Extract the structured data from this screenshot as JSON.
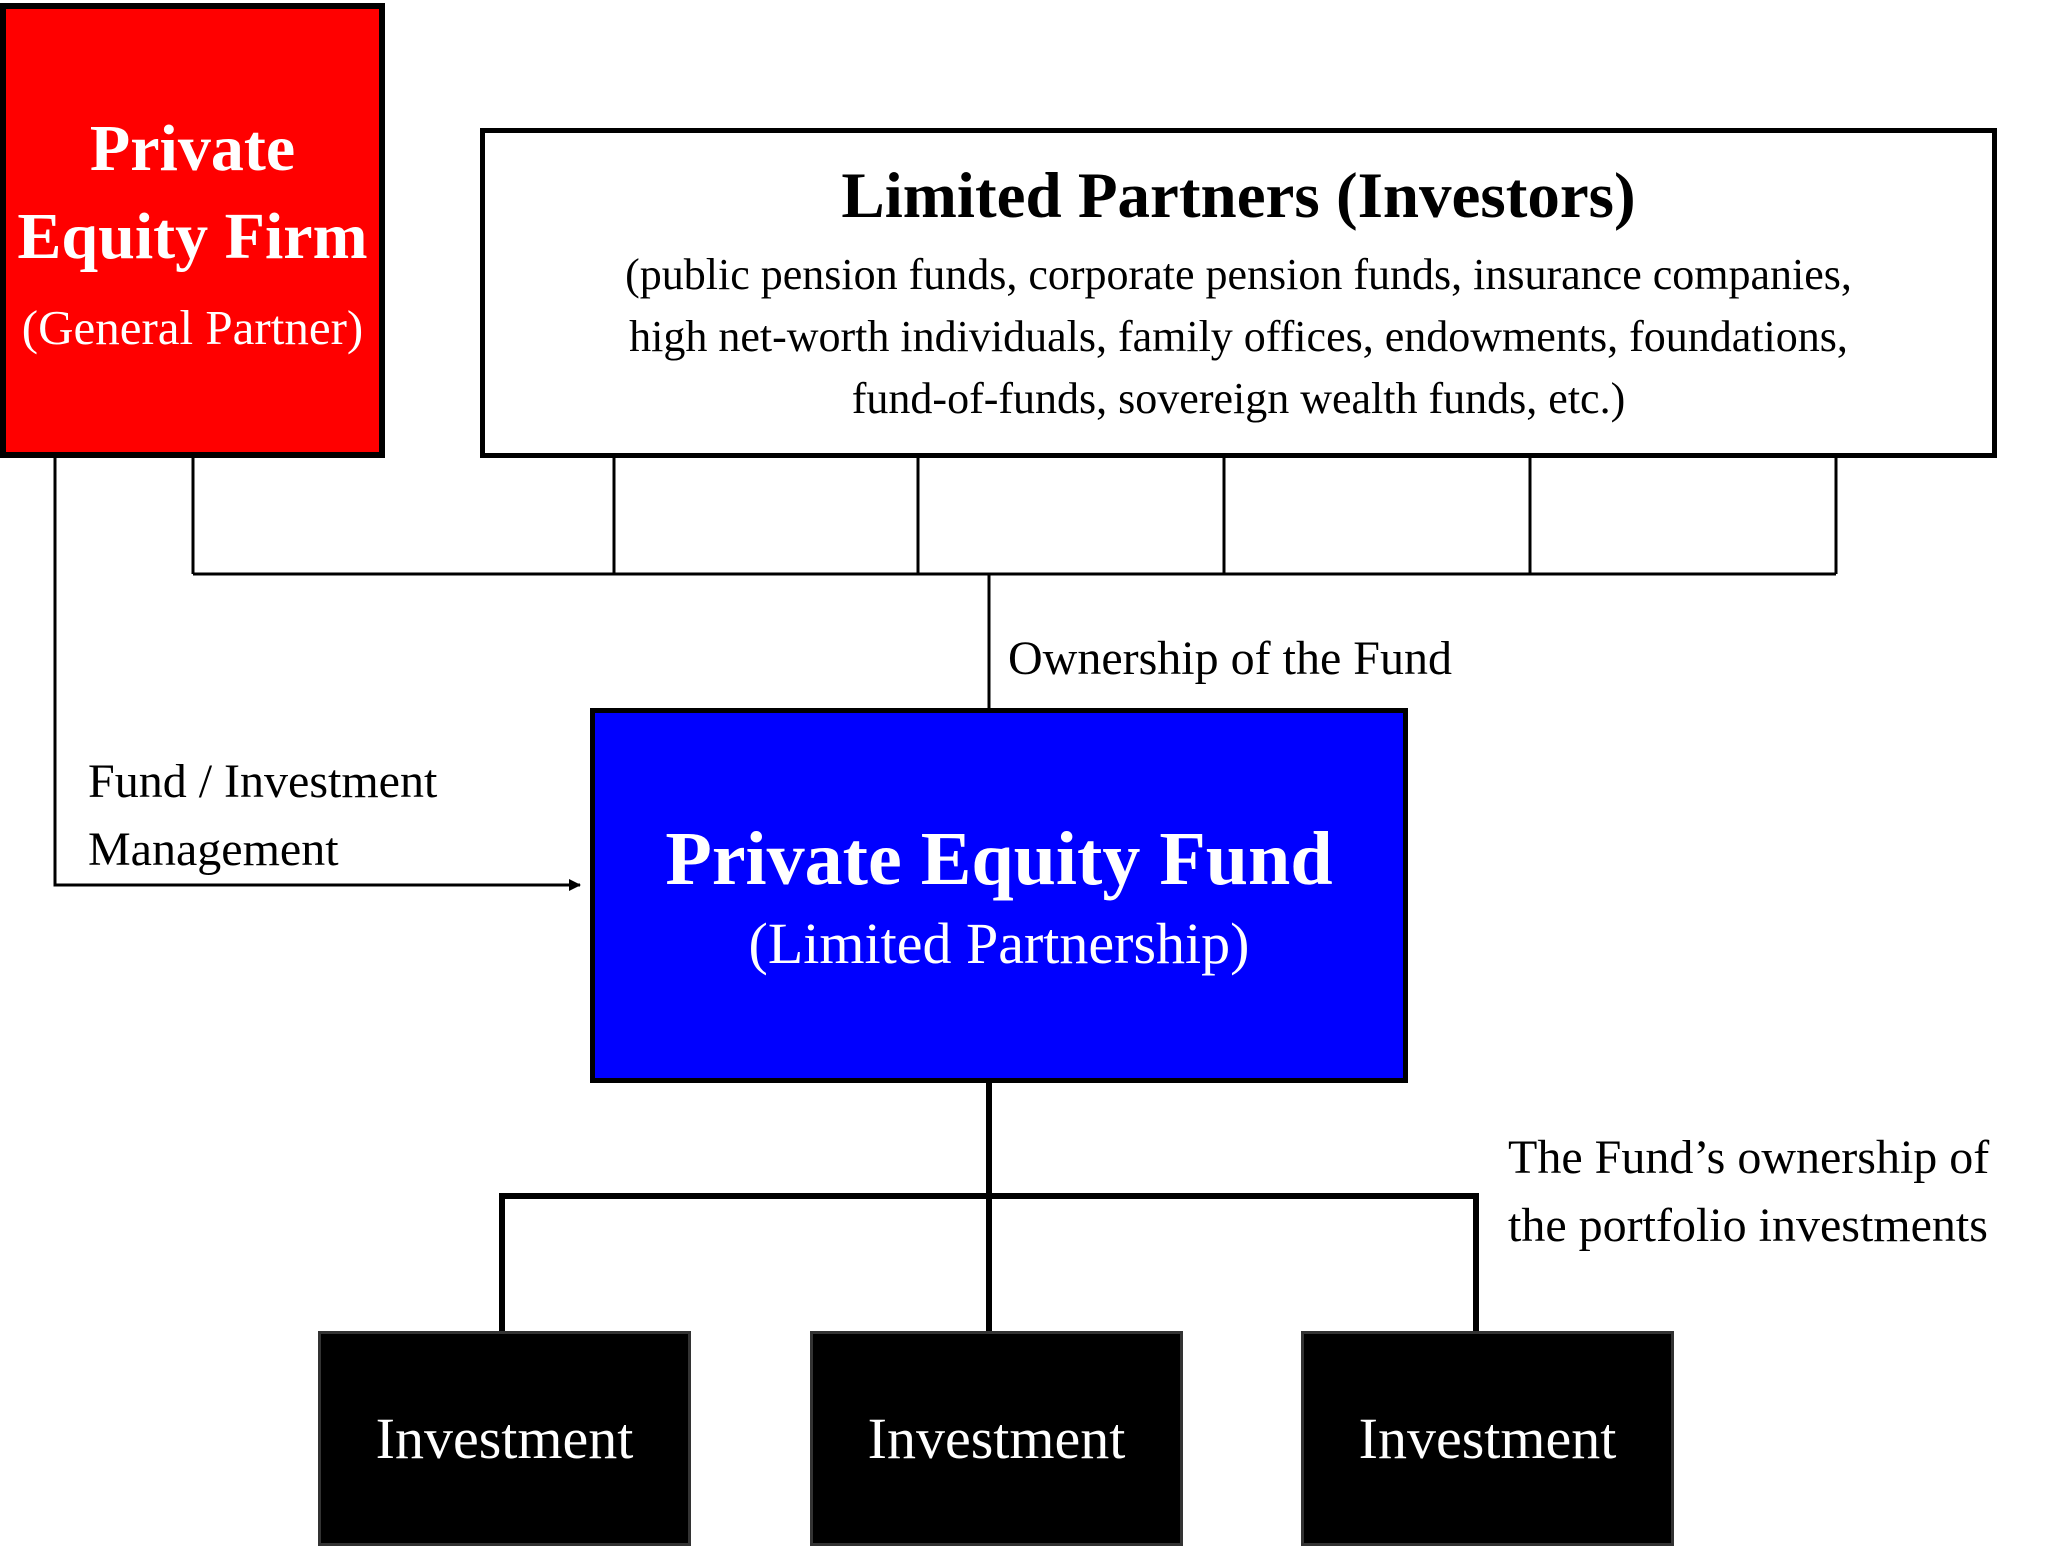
{
  "general_partner": {
    "title_line1": "Private",
    "title_line2": "Equity Firm",
    "subtitle": "(General Partner)",
    "fill_color": "#ff0000"
  },
  "limited_partners": {
    "title": "Limited Partners (Investors)",
    "desc_line1": "(public pension funds, corporate pension funds, insurance companies,",
    "desc_line2": "high net-worth individuals, family offices, endowments, foundations,",
    "desc_line3": "fund-of-funds, sovereign wealth funds, etc.)",
    "fill_color": "#ffffff"
  },
  "fund": {
    "title": "Private Equity Fund",
    "subtitle": "(Limited Partnership)",
    "fill_color": "#0000ff"
  },
  "investments": [
    {
      "label": "Investment"
    },
    {
      "label": "Investment"
    },
    {
      "label": "Investment"
    }
  ],
  "labels": {
    "ownership_of_fund": "Ownership of the Fund",
    "management_line1": "Fund / Investment",
    "management_line2": "Management",
    "portfolio_line1": "The Fund’s ownership of",
    "portfolio_line2": "the portfolio investments"
  }
}
